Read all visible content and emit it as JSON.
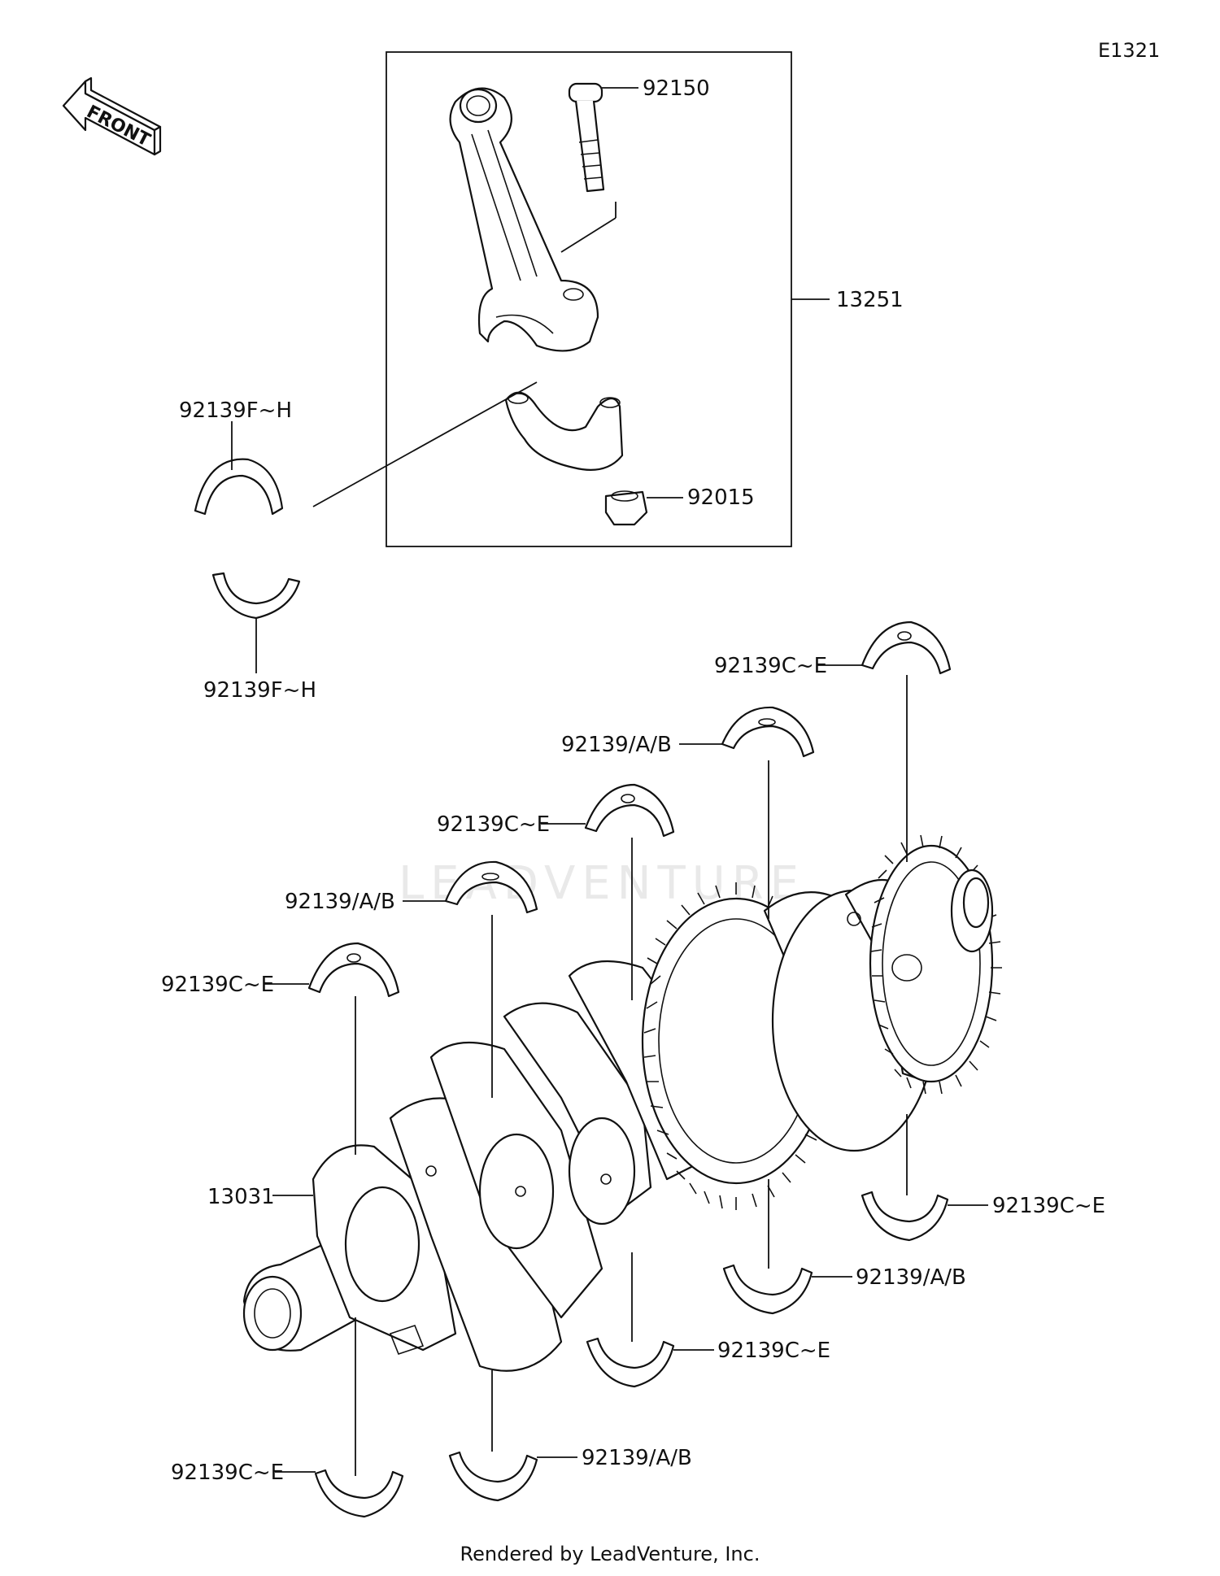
{
  "diagram_code": "E1321",
  "front_label": "FRONT",
  "watermark": "LEADVENTURE",
  "footer": "Rendered by LeadVenture, Inc.",
  "callouts": {
    "rod_bolt": "92150",
    "rod_assy": "13251",
    "rod_nut": "92015",
    "rod_bearing_upper": "92139F~H",
    "rod_bearing_lower": "92139F~H",
    "crankshaft": "13031",
    "main_upper_1": "92139C~E",
    "main_upper_2": "92139/A/B",
    "main_upper_3": "92139C~E",
    "main_upper_4": "92139/A/B",
    "main_upper_5": "92139C~E",
    "main_lower_1": "92139C~E",
    "main_lower_2": "92139/A/B",
    "main_lower_3": "92139C~E",
    "main_lower_4": "92139/A/B",
    "main_lower_5": "92139C~E"
  }
}
